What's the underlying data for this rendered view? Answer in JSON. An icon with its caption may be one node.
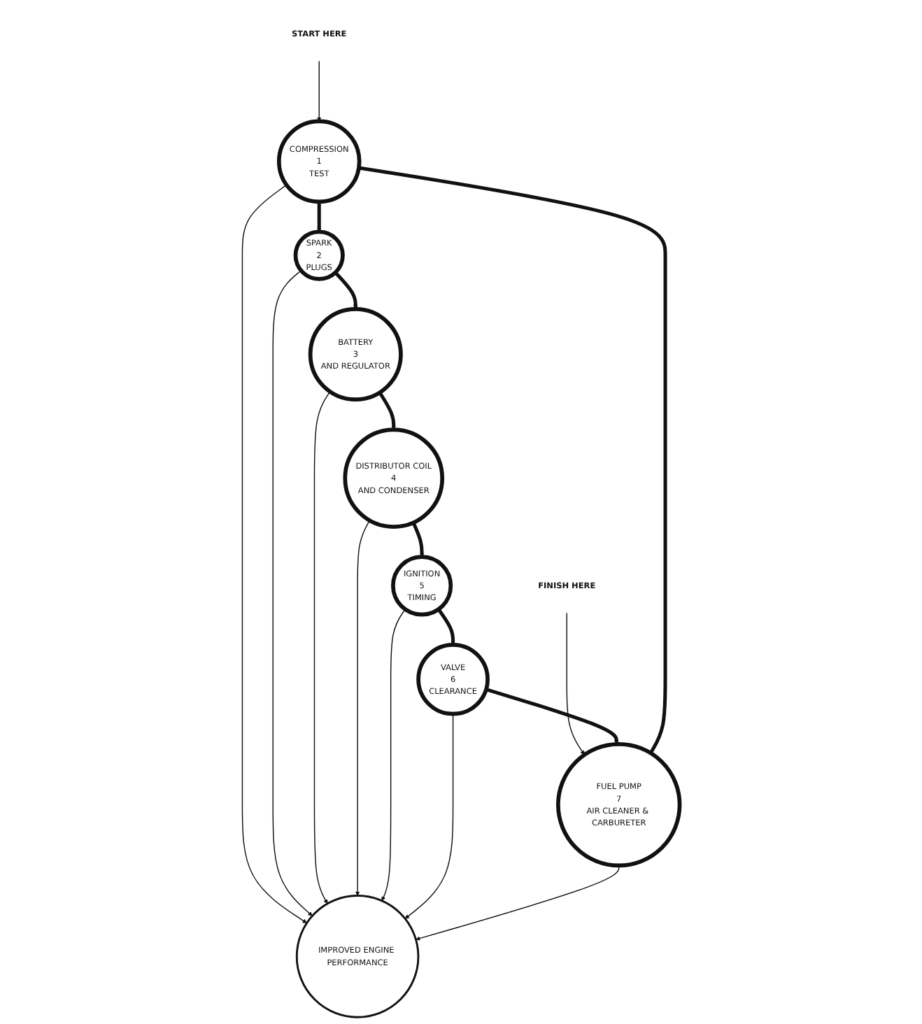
{
  "diagram": {
    "nodes": [
      {
        "text": [
          "START HERE"
        ]
      },
      {
        "text": [
          "FINISH HERE"
        ]
      },
      {
        "text": [
          "COMPRESSION",
          "1",
          "TEST"
        ]
      },
      {
        "text": [
          "SPARK",
          "2",
          "PLUGS"
        ]
      },
      {
        "text": [
          "BATTERY",
          "3",
          "AND REGULATOR"
        ]
      },
      {
        "text": [
          "DISTRIBUTOR COIL",
          "4",
          "AND CONDENSER"
        ]
      },
      {
        "text": [
          "IGNITION",
          "5",
          "TIMING"
        ]
      },
      {
        "text": [
          "VALVE",
          "6",
          "CLEARANCE"
        ]
      },
      {
        "text": [
          "FUEL PUMP",
          "7",
          "AIR CLEANER & CARBURETER"
        ]
      },
      {
        "text": [
          "IMPROVED ENGINE PERFORMANCE"
        ]
      }
    ],
    "edges": [
      {
        "from": 0,
        "to": 2,
        "arrow": "to"
      },
      {
        "from": 1,
        "to": 8,
        "arrow": "to"
      },
      {
        "from": 2,
        "to": 3,
        "arrow": "to",
        "style": "thick"
      },
      {
        "from": 3,
        "to": 4,
        "arrow": "to",
        "style": "thick"
      },
      {
        "from": 4,
        "to": 5,
        "arrow": "to",
        "style": "thick"
      },
      {
        "from": 5,
        "to": 6,
        "arrow": "to",
        "style": "thick"
      },
      {
        "from": 6,
        "to": 7,
        "arrow": "to",
        "style": "thick"
      },
      {
        "from": 7,
        "to": 8,
        "arrow": "to",
        "style": "thick"
      },
      {
        "from": 8,
        "to": 2,
        "arrow": "none",
        "style": "thick"
      },
      {
        "from": 2,
        "to": 9,
        "arrow": "to"
      },
      {
        "from": 3,
        "to": 9,
        "arrow": "to"
      },
      {
        "from": 4,
        "to": 9,
        "arrow": "to"
      },
      {
        "from": 5,
        "to": 9,
        "arrow": "to"
      },
      {
        "from": 6,
        "to": 9,
        "arrow": "to"
      },
      {
        "from": 7,
        "to": 9,
        "arrow": "to"
      },
      {
        "from": 8,
        "to": 9,
        "arrow": "to"
      }
    ]
  }
}
